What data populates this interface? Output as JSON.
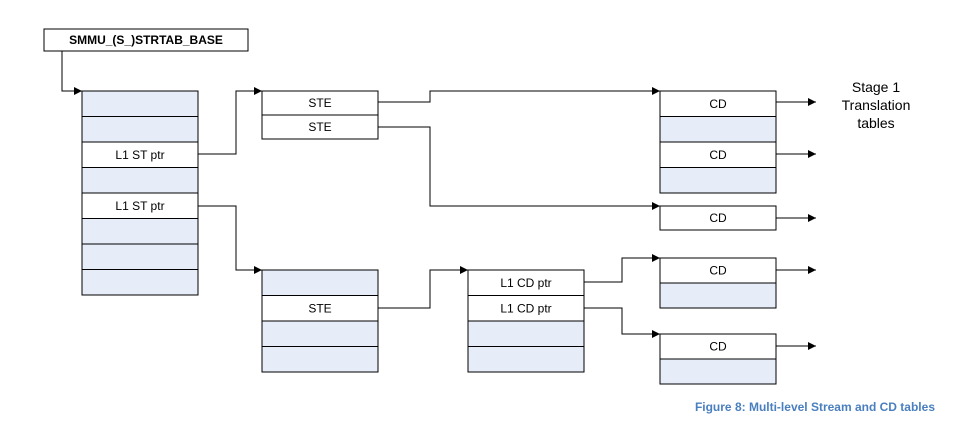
{
  "base_register": "SMMU_(S_)STRTAB_BASE",
  "stage1": {
    "line1": "Stage 1",
    "line2": "Translation",
    "line3": "tables"
  },
  "caption": "Figure 8: Multi-level Stream and CD tables",
  "colors": {
    "empty_cell": "#e6ecf8",
    "filled_cell": "#ffffff",
    "border": "#000000",
    "caption": "#4a7fbf"
  },
  "tables": {
    "l1_stream_table": [
      "",
      "",
      "L1 ST ptr",
      "",
      "L1 ST ptr",
      "",
      "",
      ""
    ],
    "ste_table_top": [
      "STE",
      "STE"
    ],
    "ste_table_bottom": [
      "",
      "STE",
      "",
      ""
    ],
    "l1_cd_table": [
      "L1 CD ptr",
      "L1 CD ptr",
      "",
      ""
    ],
    "cd_table_top": [
      "CD",
      "",
      "CD",
      ""
    ],
    "cd_single": [
      "CD"
    ],
    "cd_table_mid": [
      "CD",
      ""
    ],
    "cd_table_low": [
      "CD",
      ""
    ]
  }
}
